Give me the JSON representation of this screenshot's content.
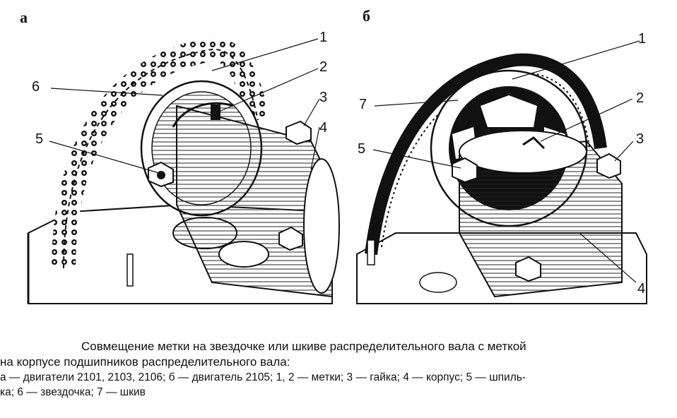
{
  "panels": {
    "a": {
      "letter": "а",
      "callouts": [
        "1",
        "2",
        "3",
        "4",
        "5",
        "6"
      ]
    },
    "b": {
      "letter": "б",
      "callouts": [
        "1",
        "7",
        "2",
        "5",
        "3",
        "4"
      ]
    }
  },
  "caption": {
    "title_line1": "Совмещение метки на звездочке или шкиве распределительного вала с меткой",
    "title_line2": "на корпусе подшипников распределительного вала:",
    "legend_line1": "а — двигатели 2101, 2103, 2106; б — двигатель 2105; 1, 2 — метки; 3 — гайка; 4 — корпус; 5 — шпиль-",
    "legend_line2": "ка; 6 — звездочка; 7 — шкив"
  }
}
